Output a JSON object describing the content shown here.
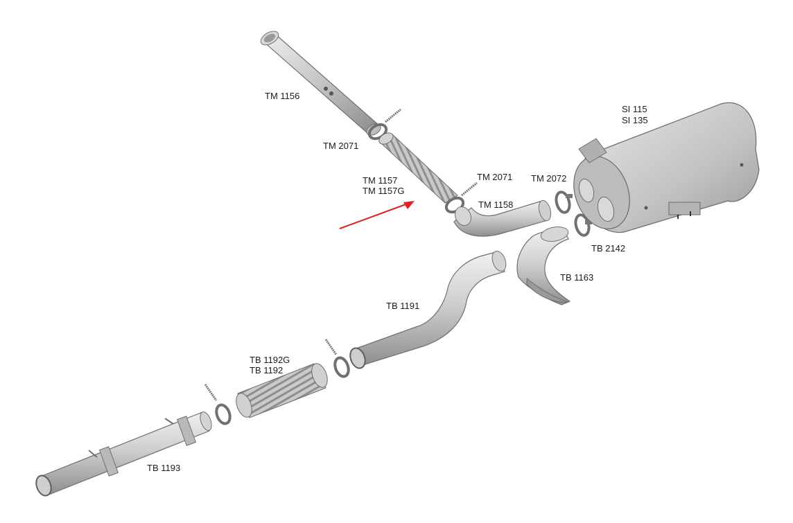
{
  "parts": {
    "tm1156": "TM 1156",
    "tm2071_a": "TM 2071",
    "tm1157": "TM 1157",
    "tm1157g": "TM 1157G",
    "tm2071_b": "TM 2071",
    "tm2072": "TM 2072",
    "tm1158": "TM 1158",
    "si115": "SI 115",
    "si135": "SI 135",
    "tb2142": "TB 2142",
    "tb1163": "TB 1163",
    "tb1191": "TB 1191",
    "tb1192g": "TB 1192G",
    "tb1192": "TB 1192",
    "tb1193": "TB 1193"
  },
  "colors": {
    "pipe_light": "#d9d9d9",
    "pipe_mid": "#b8b8b8",
    "pipe_dark": "#8c8c8c",
    "arrow": "#e02020"
  }
}
